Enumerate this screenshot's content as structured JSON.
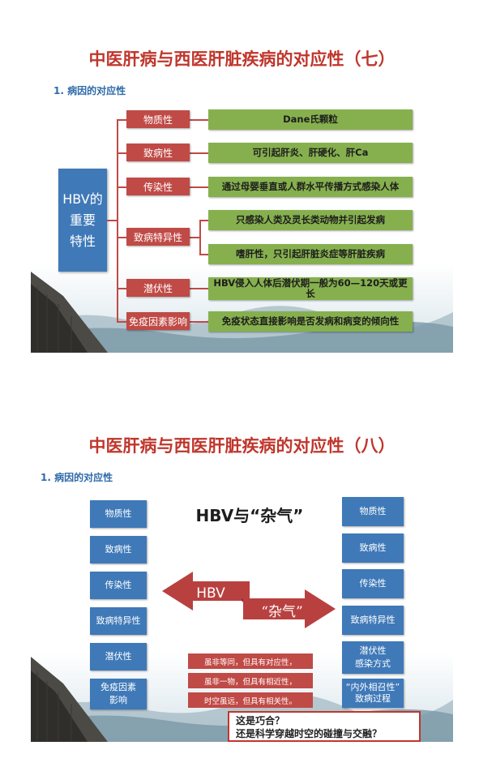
{
  "slide1": {
    "title": "中医肝病与西医肝脏疾病的对应性（七）",
    "subtitle": "1. 病因的对应性",
    "center_label_line1": "HBV的",
    "center_label_line2": "重要",
    "center_label_line3": "特性",
    "properties": [
      {
        "label": "物质性",
        "descriptions": [
          "Dane氏颗粒"
        ]
      },
      {
        "label": "致病性",
        "descriptions": [
          "可引起肝炎、肝硬化、肝Ca"
        ]
      },
      {
        "label": "传染性",
        "descriptions": [
          "通过母婴垂直或人群水平传播方式感染人体"
        ]
      },
      {
        "label": "致病特异性",
        "descriptions": [
          "只感染人类及灵长类动物并引起发病",
          "嗜肝性，只引起肝脏炎症等肝脏疾病"
        ]
      },
      {
        "label": "潜伏性",
        "descriptions": [
          "HBV侵入人体后潜伏期一般为60—120天或更长"
        ]
      },
      {
        "label": "免疫因素影响",
        "descriptions": [
          "免疫状态直接影响是否发病和病变的倾向性"
        ]
      }
    ]
  },
  "slide2": {
    "title": "中医肝病与西医肝脏疾病的对应性（八）",
    "subtitle": "1. 病因的对应性",
    "heading": "HBV与“杂气”",
    "left_column": [
      "物质性",
      "致病性",
      "传染性",
      "致病特异性",
      "潜伏性",
      [
        "免疫因素",
        "影响"
      ]
    ],
    "right_column": [
      "物质性",
      "致病性",
      "传染性",
      "致病特异性",
      [
        "潜伏性",
        "感染方式"
      ],
      [
        "“内外相召性”",
        "致病过程"
      ]
    ],
    "arrow_left_label": "HBV",
    "arrow_right_label": "“杂气”",
    "notes": [
      "虽非等同，但具有对应性，",
      "虽非一物，但具有相近性，",
      "时空虽远，但具有相关性。"
    ],
    "callout_line1": "这是巧合？",
    "callout_line2": "还是科学穿越时空的碰撞与交融？"
  },
  "colors": {
    "title_red": "#c0362c",
    "box_red": "#c04a46",
    "box_green": "#86b04e",
    "box_blue": "#3f79b8",
    "subtitle_blue": "#2e6aa8"
  }
}
